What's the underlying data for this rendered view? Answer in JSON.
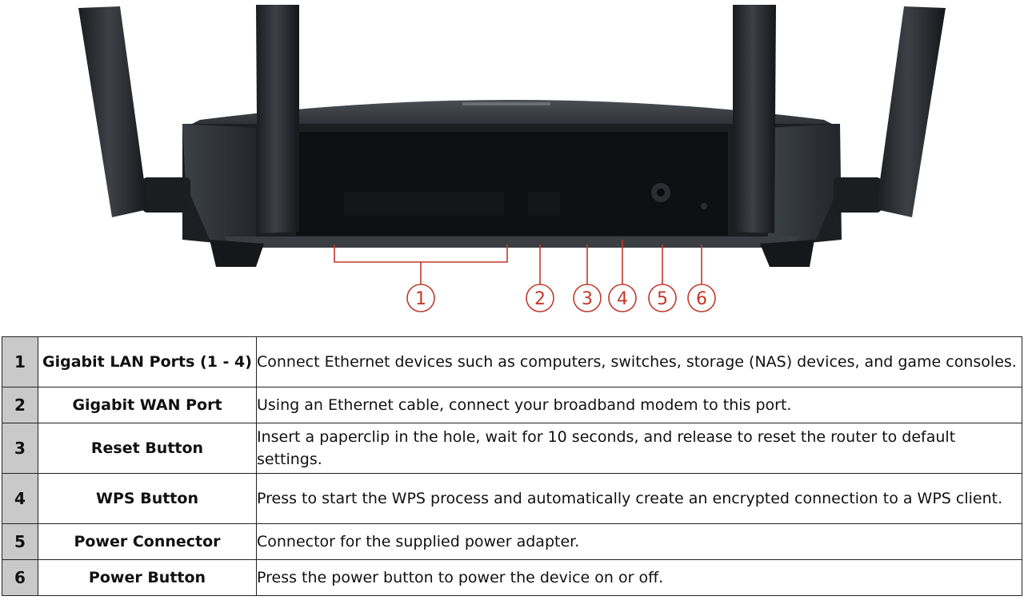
{
  "figure": {
    "callouts": [
      "1",
      "2",
      "3",
      "4",
      "5",
      "6"
    ]
  },
  "table": {
    "rows": [
      {
        "num": "1",
        "name": "Gigabit LAN Ports (1 - 4)",
        "desc": "Connect Ethernet devices such as computers, switches, storage (NAS) devices, and game consoles."
      },
      {
        "num": "2",
        "name": "Gigabit WAN Port",
        "desc": "Using an Ethernet cable, connect your broadband modem to this port."
      },
      {
        "num": "3",
        "name": "Reset Button",
        "desc": "Insert a paperclip in the hole, wait for 10 seconds, and release to reset the router to default settings."
      },
      {
        "num": "4",
        "name": "WPS Button",
        "desc": "Press to start the WPS process and automatically create an encrypted connection to a WPS client."
      },
      {
        "num": "5",
        "name": "Power Connector",
        "desc": "Connector for the supplied power adapter."
      },
      {
        "num": "6",
        "name": "Power Button",
        "desc": "Press the power button to power the device on or off."
      }
    ]
  }
}
